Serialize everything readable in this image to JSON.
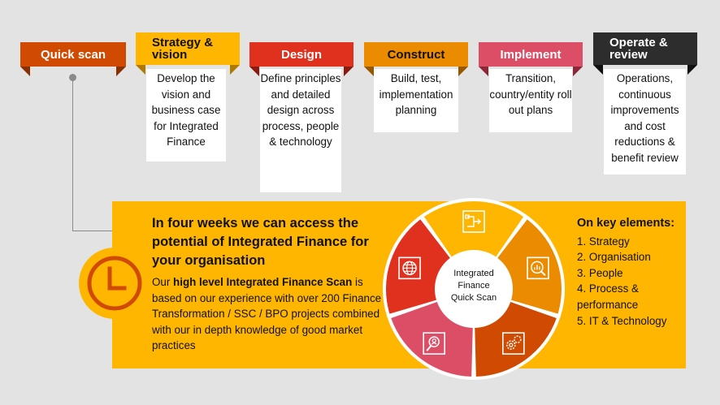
{
  "phases": [
    {
      "id": "quick-scan",
      "label": "Quick scan",
      "color": "#d04a02",
      "card": ""
    },
    {
      "id": "strategy",
      "label": "Strategy & vision",
      "color": "#ffb600",
      "card": "Develop the vision and business case for Integrated Finance"
    },
    {
      "id": "design",
      "label": "Design",
      "color": "#e0301e",
      "card": "Define principles and detailed design across process, people & technology"
    },
    {
      "id": "construct",
      "label": "Construct",
      "color": "#eb8c00",
      "card": "Build, test, implementation planning"
    },
    {
      "id": "implement",
      "label": "Implement",
      "color": "#db4e66",
      "card": "Transition, country/entity roll out plans"
    },
    {
      "id": "operate",
      "label": "Operate & review",
      "color": "#2d2d2d",
      "card": "Operations, continuous improvements and cost reductions & benefit review"
    }
  ],
  "panel": {
    "headline": "In four weeks we can access the potential of Integrated Finance for your organisation",
    "body_prefix": "Our ",
    "body_bold": "high level Integrated Finance Scan",
    "body_suffix": " is based on our experience with over 200 Finance Transformation / SSC / BPO projects combined with our in depth knowledge of good market practices",
    "wheel_center": "Integrated Finance Quick Scan",
    "key_title": "On key elements:",
    "key_items": [
      "1. Strategy",
      "2. Organisation",
      "3. People",
      "4. Process & performance",
      "5. IT & Technology"
    ]
  },
  "wheel_segments": [
    {
      "color": "#ffb600",
      "icon": "process-flow-icon"
    },
    {
      "color": "#eb8c00",
      "icon": "analytics-icon"
    },
    {
      "color": "#d04a02",
      "icon": "gears-icon"
    },
    {
      "color": "#db4e66",
      "icon": "people-search-icon"
    },
    {
      "color": "#e0301e",
      "icon": "globe-icon"
    }
  ],
  "colors": {
    "background": "#e3e3e3",
    "panel": "#ffb600",
    "clock": "#d04a02",
    "connector": "#8a8a8a"
  }
}
